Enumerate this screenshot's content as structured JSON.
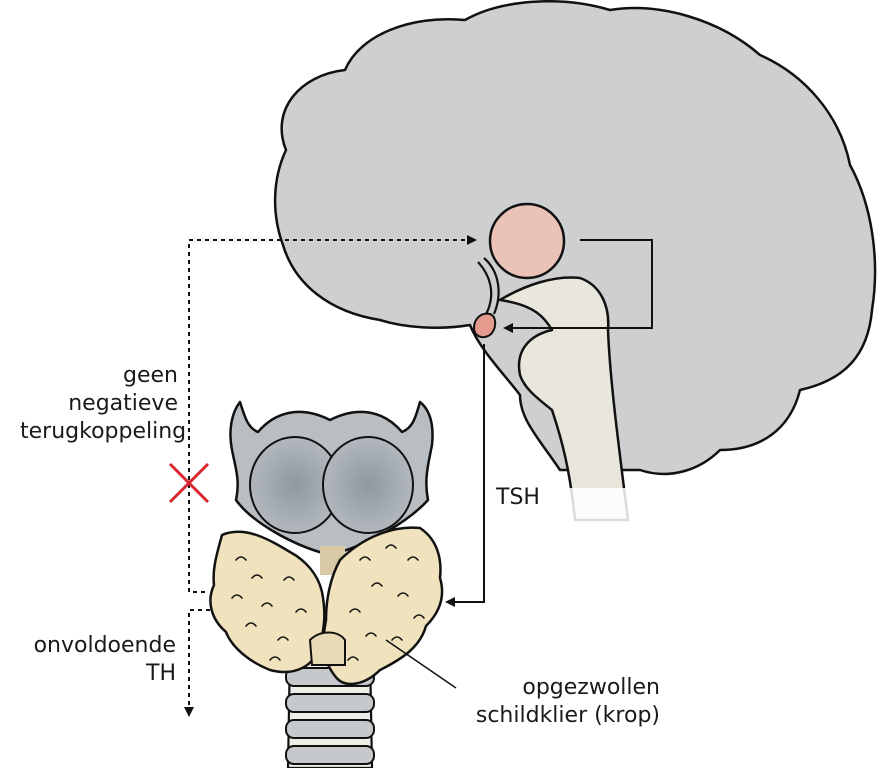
{
  "labels": {
    "no_feedback": [
      "geen",
      "negatieve",
      "terugkoppeling"
    ],
    "tsh": "TSH",
    "insufficient_th": [
      "onvoldoende",
      "TH"
    ],
    "goiter": [
      "opgezwollen",
      "schildklier (krop)"
    ]
  },
  "colors": {
    "brain": "#cdcfd1",
    "brainstem": "#e9e7dd",
    "hypothalamus": "#ebc3b6",
    "pituitary": "#e49a8c",
    "thyroid": "#efe2bd",
    "cartilage": "#b9bec3",
    "trachea_ring": "#c6c9cc",
    "cross": "#d7262e",
    "line": "#111111"
  },
  "icons": {
    "blocked_feedback": "x-mark-icon"
  }
}
